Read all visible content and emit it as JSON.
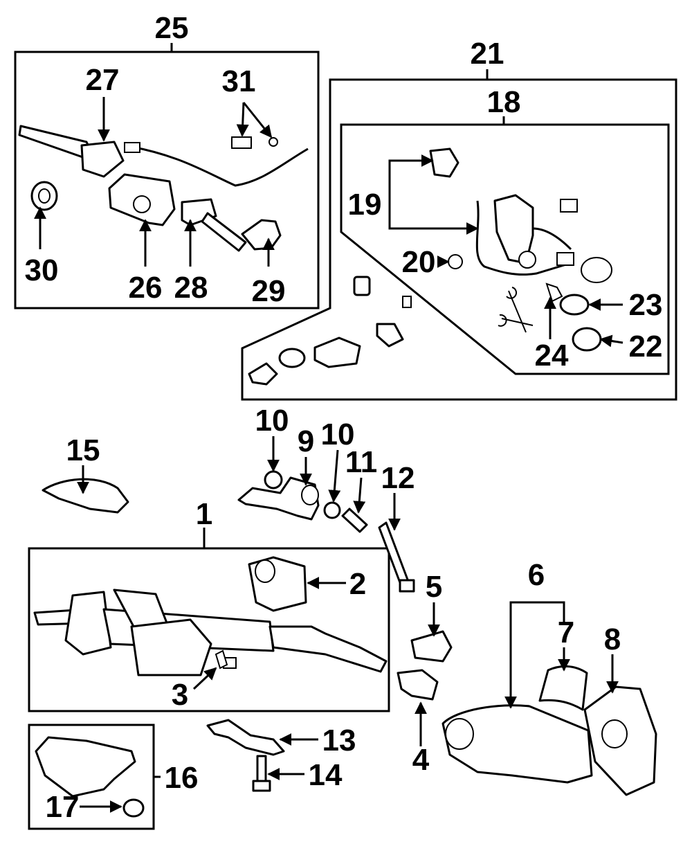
{
  "callouts": {
    "c1": "1",
    "c2": "2",
    "c3": "3",
    "c4": "4",
    "c5": "5",
    "c6": "6",
    "c7": "7",
    "c8": "8",
    "c9": "9",
    "c10a": "10",
    "c10b": "10",
    "c11": "11",
    "c12": "12",
    "c13": "13",
    "c14": "14",
    "c15": "15",
    "c16": "16",
    "c17": "17",
    "c18": "18",
    "c19": "19",
    "c20": "20",
    "c21": "21",
    "c22": "22",
    "c23": "23",
    "c24": "24",
    "c25": "25",
    "c26": "26",
    "c27": "27",
    "c28": "28",
    "c29": "29",
    "c30": "30",
    "c31": "31"
  }
}
